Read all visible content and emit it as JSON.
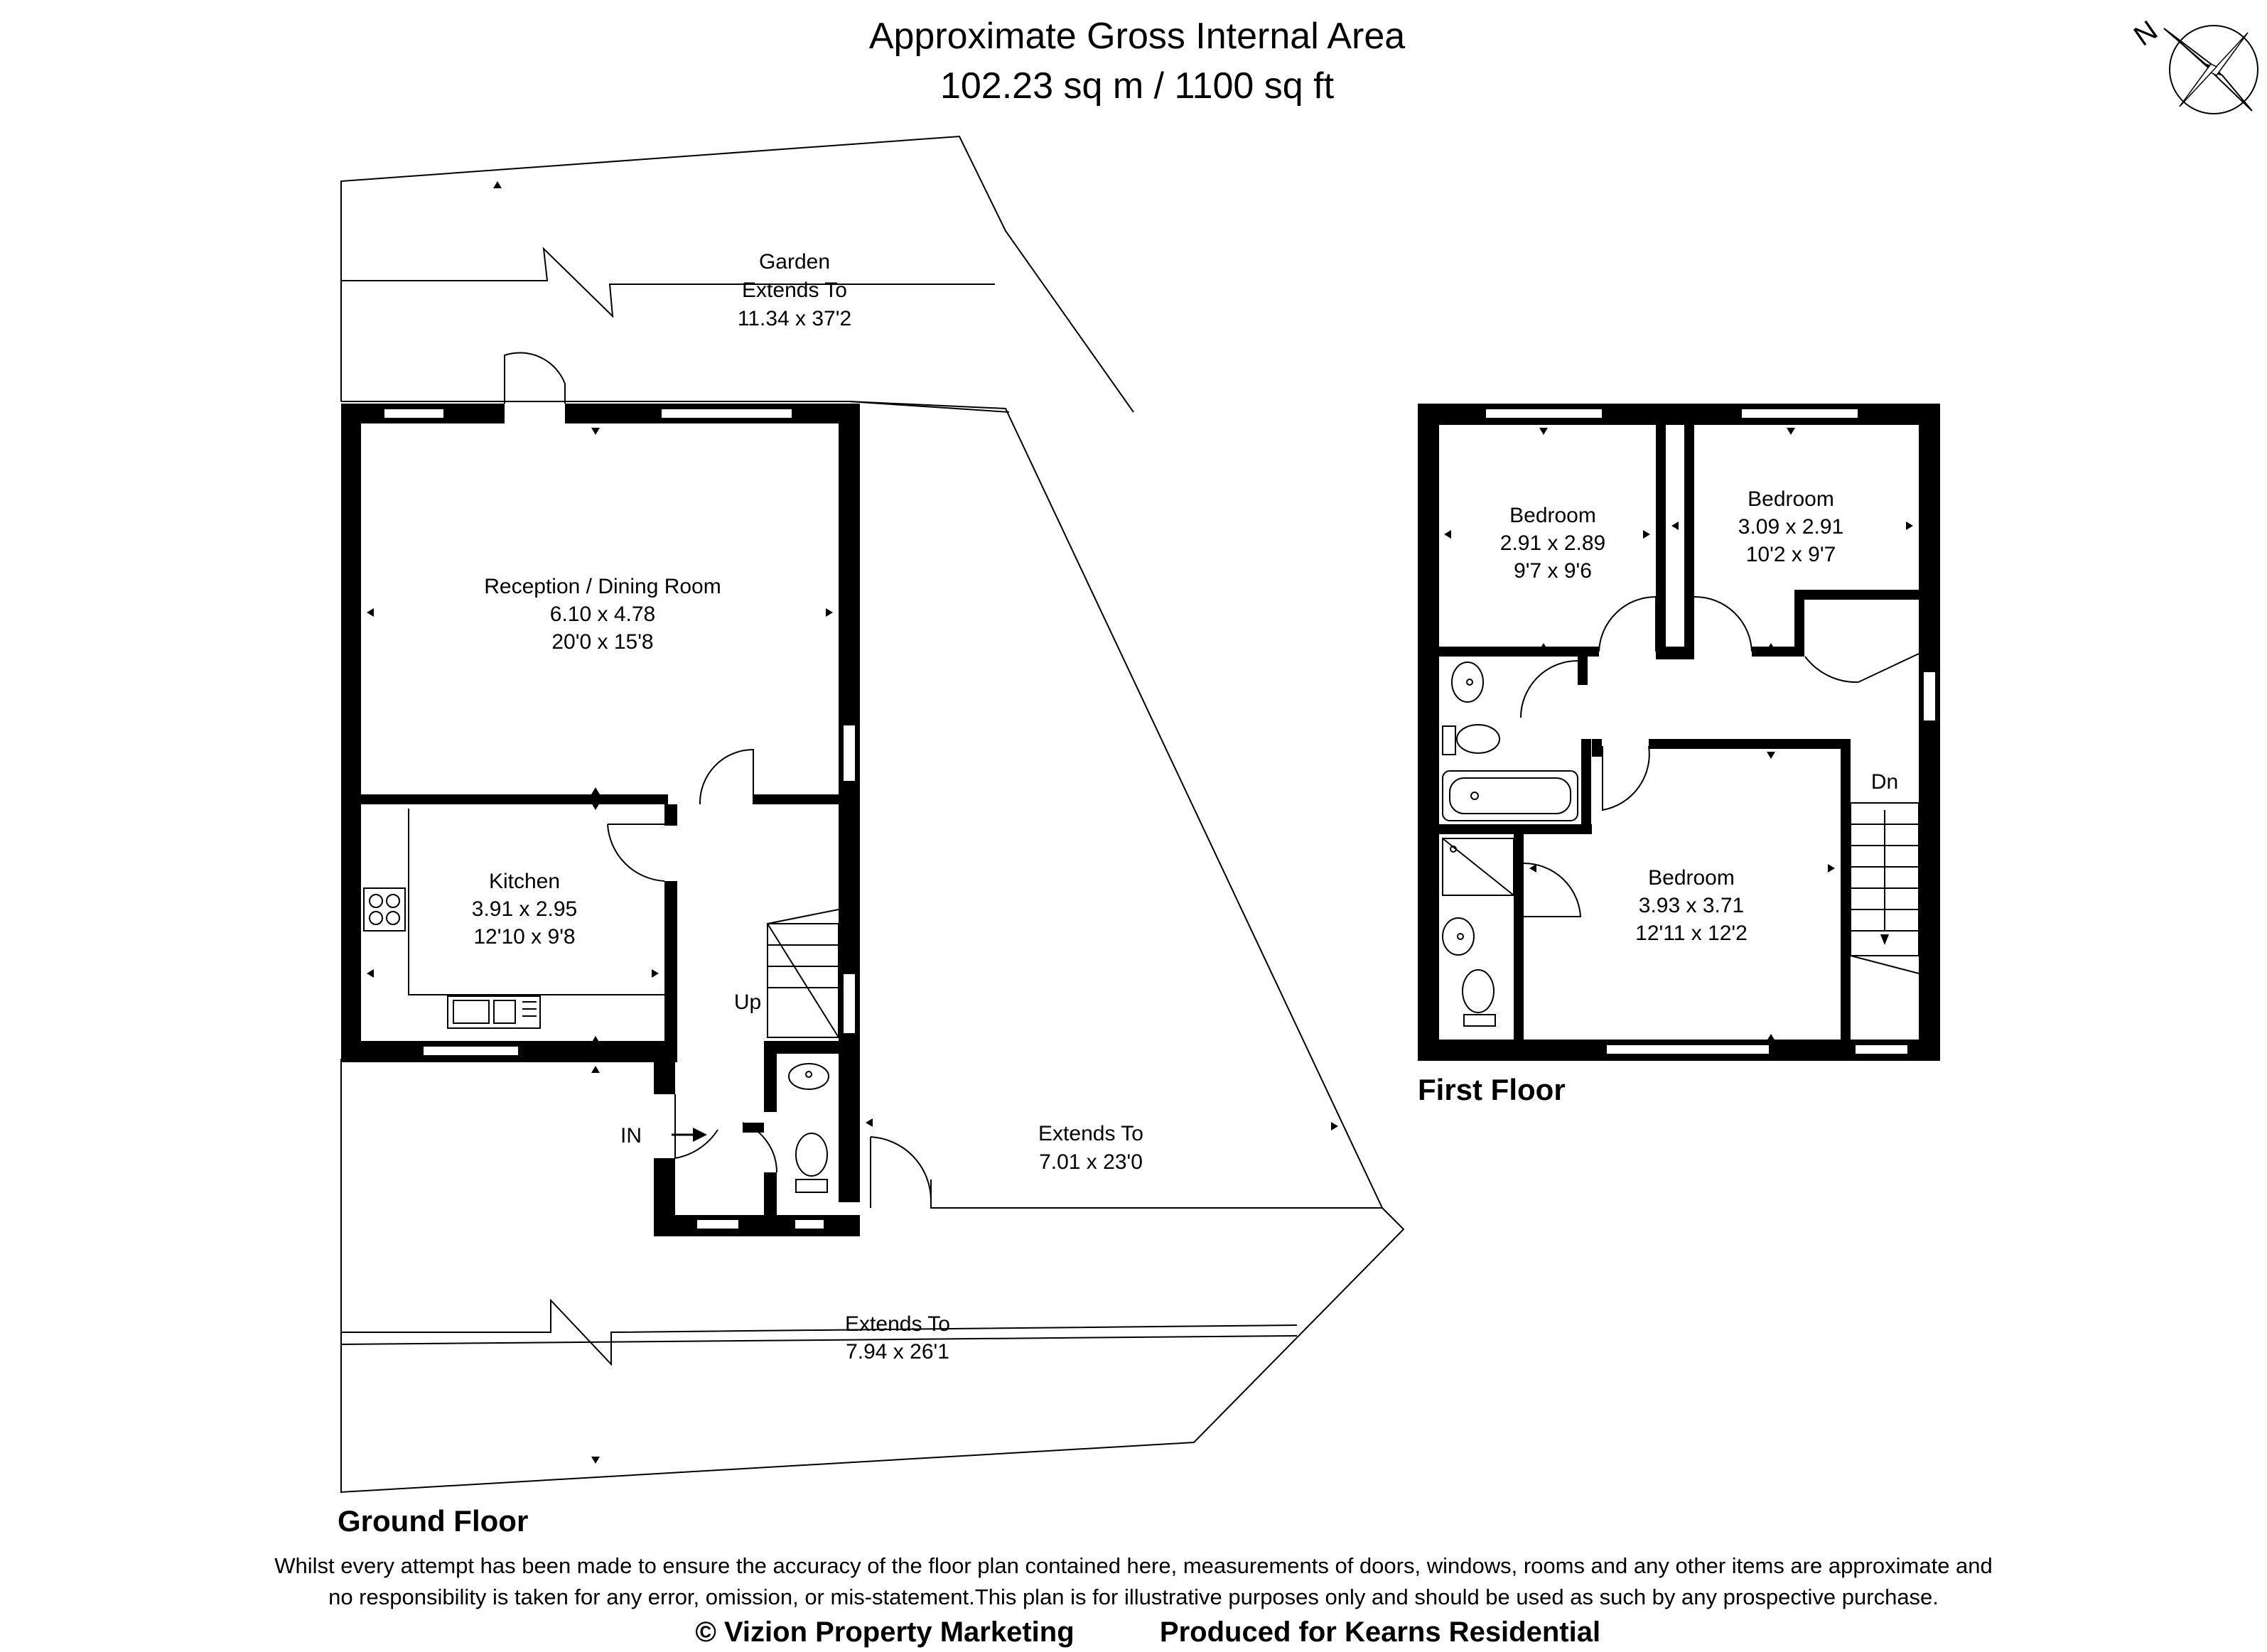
{
  "header": {
    "title": "Approximate Gross Internal Area",
    "area": "102.23 sq m / 1100 sq ft"
  },
  "compass": {
    "label": "N",
    "icon": "north-compass-icon"
  },
  "ground_floor": {
    "label": "Ground Floor",
    "garden": {
      "line1": "Garden",
      "line2": "Extends To",
      "line3": "11.34 x 37'2"
    },
    "reception": {
      "name": "Reception / Dining Room",
      "metric": "6.10 x 4.78",
      "imperial": "20'0 x 15'8"
    },
    "kitchen": {
      "name": "Kitchen",
      "metric": "3.91 x 2.95",
      "imperial": "12'10 x 9'8"
    },
    "side_extent": {
      "line1": "Extends To",
      "line2": "7.01 x 23'0"
    },
    "front_extent": {
      "line1": "Extends To",
      "line2": "7.94 x 26'1"
    },
    "stairs_label": "Up",
    "entrance_label": "IN"
  },
  "first_floor": {
    "label": "First Floor",
    "bedroom1": {
      "name": "Bedroom",
      "metric": "2.91 x 2.89",
      "imperial": "9'7 x 9'6"
    },
    "bedroom2": {
      "name": "Bedroom",
      "metric": "3.09 x 2.91",
      "imperial": "10'2 x 9'7"
    },
    "bedroom3": {
      "name": "Bedroom",
      "metric": "3.93 x 3.71",
      "imperial": "12'11 x 12'2"
    },
    "stairs_label": "Dn"
  },
  "footer": {
    "disclaimer_line1": "Whilst every attempt has been made to ensure the accuracy of the floor plan contained here, measurements of doors, windows, rooms and any other items are approximate and",
    "disclaimer_line2": "no responsibility is taken for any error, omission, or mis-statement.This plan is for illustrative purposes only and should be used as such by any prospective purchase.",
    "copyright": "© Vizion Property Marketing",
    "produced_for": "Produced for Kearns Residential"
  }
}
